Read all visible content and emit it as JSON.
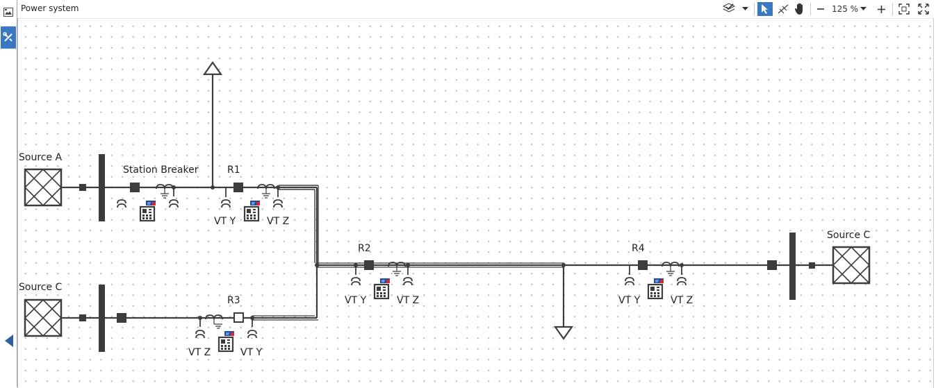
{
  "window": {
    "title": "Power system"
  },
  "toolbar": {
    "zoom_label": "125 %",
    "icons": [
      "layers-check-icon",
      "dropdown-arrow-icon",
      "pointer-icon",
      "lines-tool-icon",
      "hand-pan-icon",
      "zoom-out-icon",
      "zoom-dropdown-icon",
      "zoom-in-icon",
      "fit-view-icon",
      "fullscreen-icon"
    ]
  },
  "leftbar": {
    "icons": [
      "image-icon",
      "wrench-icon",
      "collapse-arrow-icon"
    ],
    "accent": "#3a78c3"
  },
  "diagram": {
    "labels": {
      "source_a": "Source A",
      "source_c_left": "Source C",
      "source_c_right": "Source C",
      "station_breaker": "Station Breaker",
      "r1": "R1",
      "r2": "R2",
      "r3": "R3",
      "r4": "R4",
      "r1_vt_y": "VT Y",
      "r1_vt_z": "VT Z",
      "r2_vt_y": "VT Y",
      "r2_vt_z": "VT Z",
      "r3_vt_z": "VT Z",
      "r3_vt_y": "VT Y",
      "r4_vt_y": "VT Y",
      "r4_vt_z": "VT Z"
    },
    "line_color": "#3c3c3c"
  }
}
